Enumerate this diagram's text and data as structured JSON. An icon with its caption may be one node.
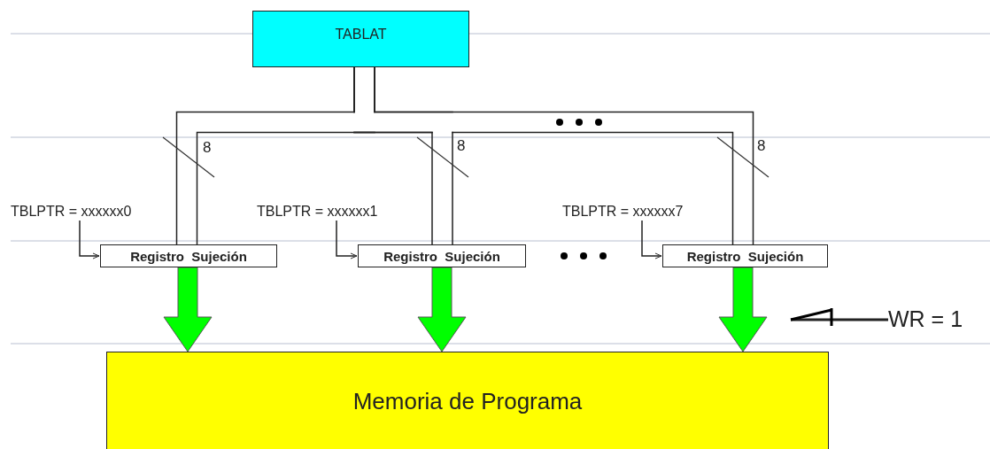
{
  "diagram": {
    "nodes": [
      {
        "text": [
          "TABLAT"
        ]
      },
      {
        "text": [
          "Registro  Sujeción"
        ]
      },
      {
        "text": [
          "Registro  Sujeción"
        ]
      },
      {
        "text": [
          "Registro  Sujeción"
        ]
      },
      {
        "text": [
          "Memoria de Programa"
        ]
      },
      {
        "text": [
          "TBLPTR = xxxxxx0"
        ]
      },
      {
        "text": [
          "TBLPTR = xxxxxx1"
        ]
      },
      {
        "text": [
          "TBLPTR = xxxxxx7"
        ]
      },
      {
        "text": [
          "WR = 1"
        ]
      }
    ],
    "edges": [
      {
        "from": 0,
        "to": 1,
        "arrow": "none",
        "style": "thick"
      },
      {
        "from": 0,
        "to": 2,
        "arrow": "none",
        "style": "thick"
      },
      {
        "from": 0,
        "to": 3,
        "arrow": "none",
        "style": "thick"
      },
      {
        "from": 5,
        "to": 1,
        "arrow": "to"
      },
      {
        "from": 6,
        "to": 2,
        "arrow": "to"
      },
      {
        "from": 7,
        "to": 3,
        "arrow": "to"
      },
      {
        "from": 1,
        "to": 4,
        "arrow": "to",
        "style": "thick",
        "color": "#00ff00"
      },
      {
        "from": 2,
        "to": 4,
        "arrow": "to",
        "style": "thick",
        "color": "#00ff00"
      },
      {
        "from": 3,
        "to": 4,
        "arrow": "to",
        "style": "thick",
        "color": "#00ff00"
      },
      {
        "from": 8,
        "to": null,
        "arrow": "to"
      }
    ],
    "labels": [
      "8",
      "8",
      "8"
    ]
  }
}
